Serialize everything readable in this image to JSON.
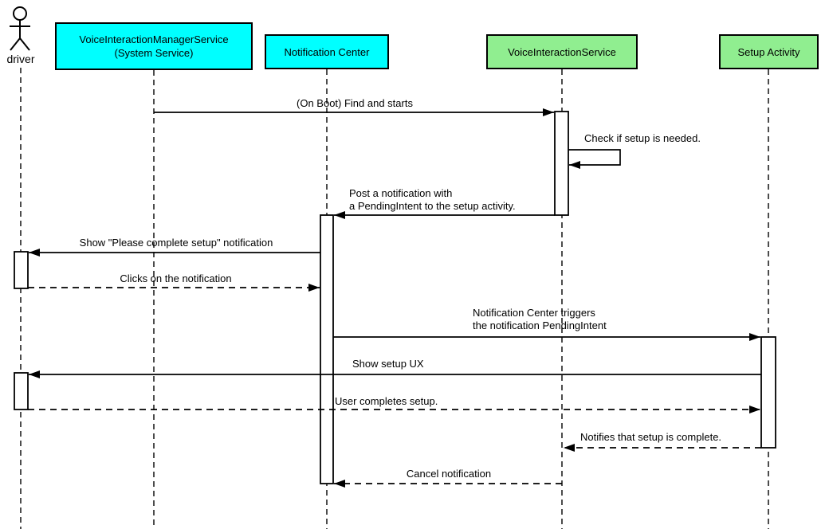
{
  "participants": [
    {
      "id": "driver",
      "kind": "actor",
      "lines": [
        "driver"
      ]
    },
    {
      "id": "voice-interaction-manager-service",
      "kind": "box",
      "fill": "#00FFFF",
      "lines": [
        "VoiceInteractionManagerService",
        "(System Service)"
      ]
    },
    {
      "id": "notification-center",
      "kind": "box",
      "fill": "#00FFFF",
      "lines": [
        "Notification Center"
      ]
    },
    {
      "id": "voice-interaction-service",
      "kind": "box",
      "fill": "#90EE90",
      "lines": [
        "VoiceInteractionService"
      ]
    },
    {
      "id": "setup-activity",
      "kind": "box",
      "fill": "#90EE90",
      "lines": [
        "Setup Activity"
      ]
    }
  ],
  "messages": [
    {
      "id": "on-boot-find-and-starts",
      "style": "solid",
      "from": "voice-interaction-manager-service",
      "to": "voice-interaction-service",
      "lines": [
        "(On Boot) Find and starts"
      ]
    },
    {
      "id": "check-if-setup-needed",
      "style": "solid-self",
      "from": "voice-interaction-service",
      "to": "voice-interaction-service",
      "lines": [
        "Check if setup is needed."
      ]
    },
    {
      "id": "post-notification",
      "style": "solid",
      "from": "voice-interaction-service",
      "to": "notification-center",
      "lines": [
        "Post a notification with",
        "a PendingIntent to the setup activity."
      ]
    },
    {
      "id": "show-please-complete-setup",
      "style": "solid",
      "from": "notification-center",
      "to": "driver",
      "lines": [
        "Show \"Please complete setup\" notification"
      ]
    },
    {
      "id": "clicks-on-notification",
      "style": "dashed",
      "from": "driver",
      "to": "notification-center",
      "lines": [
        "Clicks on the notification"
      ]
    },
    {
      "id": "triggers-pendingintent",
      "style": "solid",
      "from": "notification-center",
      "to": "setup-activity",
      "lines": [
        "Notification Center triggers",
        "the notification PendingIntent"
      ]
    },
    {
      "id": "show-setup-ux",
      "style": "solid",
      "from": "setup-activity",
      "to": "driver",
      "lines": [
        "Show setup UX"
      ]
    },
    {
      "id": "user-completes-setup",
      "style": "dashed",
      "from": "driver",
      "to": "setup-activity",
      "lines": [
        "User completes setup."
      ]
    },
    {
      "id": "notifies-setup-complete",
      "style": "dashed",
      "from": "setup-activity",
      "to": "voice-interaction-service",
      "lines": [
        "Notifies that setup is complete."
      ]
    },
    {
      "id": "cancel-notification",
      "style": "dashed",
      "from": "voice-interaction-service",
      "to": "notification-center",
      "lines": [
        "Cancel notification"
      ]
    }
  ],
  "colors": {
    "participant_cyan": "#00FFFF",
    "participant_green": "#90EE90",
    "line": "#000000",
    "activation_fill": "#FFFFFF",
    "background": "#FFFFFF"
  }
}
